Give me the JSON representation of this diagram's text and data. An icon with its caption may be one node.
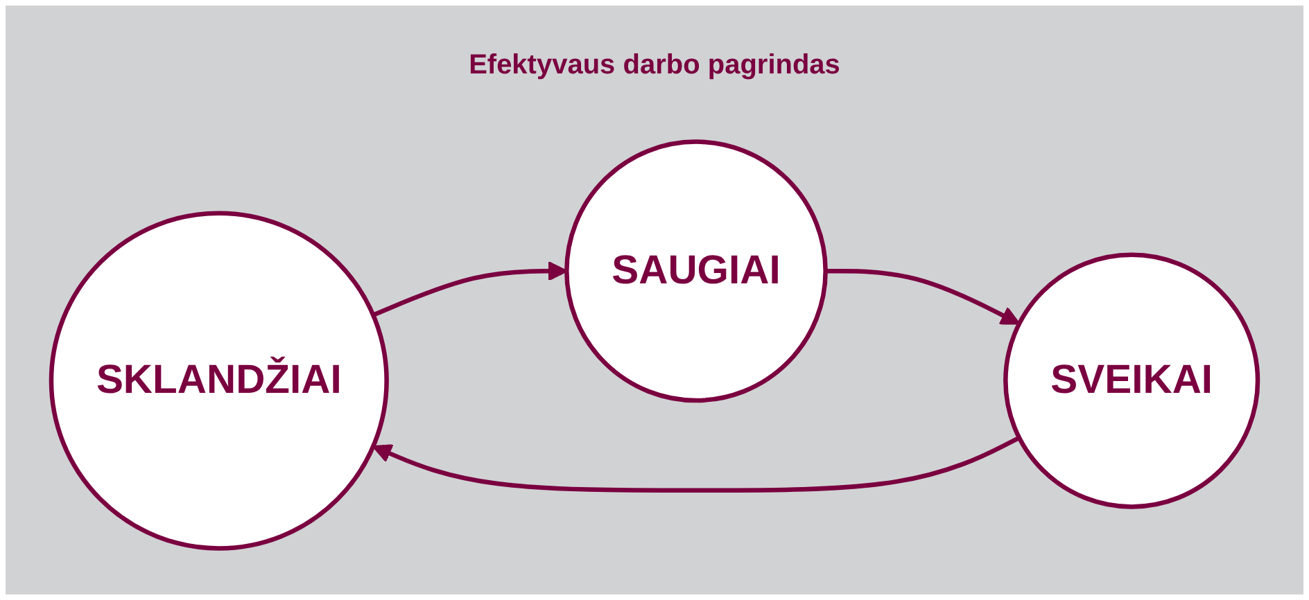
{
  "diagram": {
    "title": "Efektyvaus darbo pagrindas",
    "nodes": [
      {
        "text": [
          "SKLANDŽIAI"
        ]
      },
      {
        "text": [
          "SAUGIAI"
        ]
      },
      {
        "text": [
          "SVEIKAI"
        ]
      }
    ],
    "edges": [
      {
        "from": 0,
        "to": 1,
        "arrow": "to"
      },
      {
        "from": 1,
        "to": 2,
        "arrow": "to"
      },
      {
        "from": 2,
        "to": 0,
        "arrow": "to"
      }
    ]
  }
}
